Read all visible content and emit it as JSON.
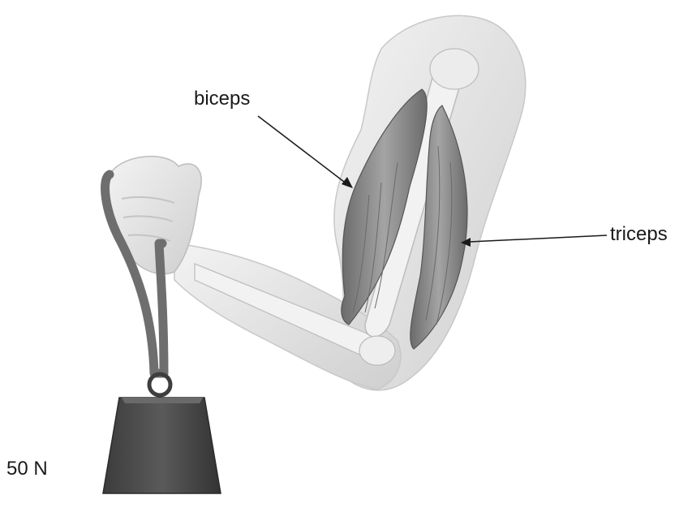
{
  "labels": {
    "biceps": "biceps",
    "triceps": "triceps",
    "weight": "50 N"
  },
  "colors": {
    "skin": "#e4e4e4",
    "skin_shadow": "#bdbdbd",
    "muscle": "#8f8f8f",
    "muscle_dark": "#5e5e5e",
    "bone": "#f2f2f2",
    "weight": "#4a4a4a",
    "strap": "#6e6e6e",
    "line": "#1a1a1a"
  }
}
